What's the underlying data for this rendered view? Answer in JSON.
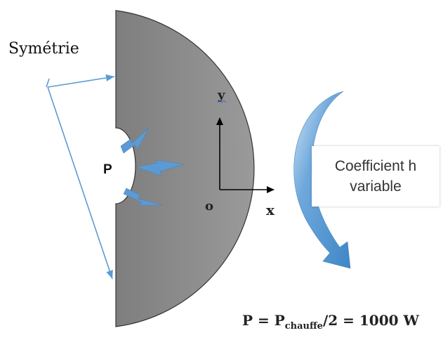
{
  "labels": {
    "symmetry": "Symétrie",
    "y_axis": "y",
    "x_axis": "x",
    "origin": "o",
    "power": "P"
  },
  "coefficient_box": {
    "line1": "Coefficient h",
    "line2": "variable"
  },
  "formula": {
    "lhs": "P = P",
    "sub": "chauffe",
    "rhs": "/2  = 1000 W"
  },
  "colors": {
    "body_fill": "#8a8a8a",
    "arrow_blue": "#5b9bd5",
    "axis": "#000000"
  }
}
